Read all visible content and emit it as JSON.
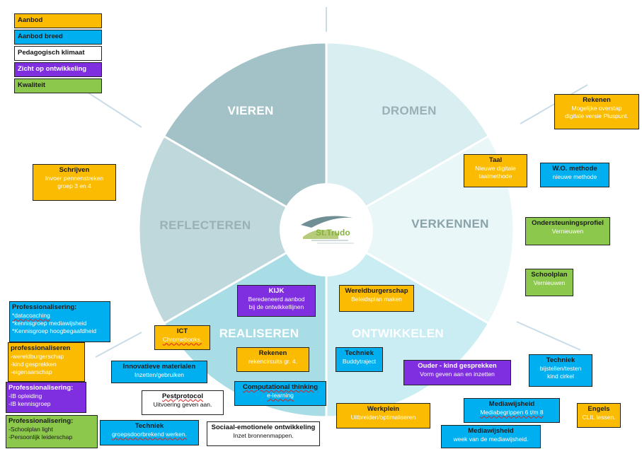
{
  "colors": {
    "aanbod": "#fbbb00",
    "aanbod_breed": "#00afef",
    "pedagogisch_klimaat": "#ffffff",
    "zicht_op_ontwikkeling": "#7f2fe0",
    "kwaliteit": "#8cc84b"
  },
  "legend": {
    "aanbod": "Aanbod",
    "aanbod_breed": "Aanbod breed",
    "pedagogisch_klimaat": "Pedagogisch klimaat",
    "zicht_op_ontwikkeling": "Zicht op ontwikkeling",
    "kwaliteit": "Kwaliteit"
  },
  "wheel": {
    "segments": {
      "vieren": "VIEREN",
      "dromen": "DROMEN",
      "reflecteren": "REFLECTEREN",
      "verkennen": "VERKENNEN",
      "realiseren": "REALISEREN",
      "ontwikkelen": "ONTWIKKELEN"
    },
    "segment_colors": {
      "vieren": "#a3c2c7",
      "dromen": "#d8eef0",
      "reflecteren": "#bfd8dc",
      "verkennen": "#e9f7f9",
      "realiseren": "#a8dde6",
      "ontwikkelen": "#c9edf2"
    },
    "logo_text": "St.Trudo"
  },
  "boxes": {
    "rekenen_top": {
      "title": "Rekenen",
      "lines": [
        "Mogelijke overstap",
        "digitale versie Pluspunt."
      ]
    },
    "taal": {
      "title": "Taal",
      "lines": [
        "Nieuwe digitale",
        "taalmethode"
      ]
    },
    "wo_methode": {
      "title": "W.O. methode",
      "lines": [
        "nieuwe methode"
      ]
    },
    "schrijven": {
      "title": "Schrijven",
      "lines": [
        "Invoer pennenstreken",
        "groep 3 en 4"
      ]
    },
    "ondersteuningsprofiel": {
      "title": "Ondersteuningsprofiel",
      "lines": [
        "Vernieuwen"
      ]
    },
    "schoolplan": {
      "title": "Schoolplan",
      "lines": [
        "Vernieuwen"
      ]
    },
    "kijk": {
      "title": "KIJK",
      "lines": [
        "Beredeneerd aanbod",
        "bij de ontwikkellijnen"
      ]
    },
    "wereldburgerschap": {
      "title": "Wereldburgerschap",
      "lines": [
        "Beleidsplan maken"
      ]
    },
    "prof1": {
      "title": "Professionalisering:",
      "lines": [
        "*datacoaching",
        "*kennisgroep mediawijsheid",
        "*Kennisgroep hoogbegaafdheid"
      ]
    },
    "ict": {
      "title": "ICT",
      "lines": [
        "Chromebooks."
      ]
    },
    "prof2": {
      "title": "professionaliseren",
      "lines": [
        "-wereldburgerschap",
        "-kind gesprekken",
        "-eigenaarschap"
      ]
    },
    "rekenen_mid": {
      "title": "Rekenen",
      "lines": [
        "rekencircuits gr. 4."
      ]
    },
    "techniek_buddy": {
      "title": "Techniek",
      "lines": [
        "Buddytraject"
      ]
    },
    "ouder_kind": {
      "title": "Ouder - kind gesprekken",
      "lines": [
        "Vorm geven aan en inzetten"
      ]
    },
    "techniek_right": {
      "title": "Techniek",
      "lines": [
        "bijstellen/testen",
        "kind cirkel"
      ]
    },
    "innovatieve": {
      "title": "Innovatieve materialen",
      "lines": [
        "Inzetten/gebruiken"
      ]
    },
    "computational": {
      "title": "Computational thinking",
      "lines": [
        "e-learning"
      ]
    },
    "prof3": {
      "title": "Professionalisering:",
      "lines": [
        "-IB opleiding",
        "-IB kennisgroep"
      ]
    },
    "pestprotocol": {
      "title": "Pestprotocol",
      "lines": [
        "Uitvoering geven aan."
      ]
    },
    "werkplein": {
      "title": "Werkplein",
      "lines": [
        "Uitbreiden/optimaliseren"
      ]
    },
    "mediawijsheid1": {
      "title": "Mediawijsheid",
      "lines": [
        "Mediabegrippen 6 t/m 8"
      ]
    },
    "engels": {
      "title": "Engels",
      "lines": [
        "CLIL lessen."
      ]
    },
    "prof4": {
      "title": "Professionalisering:",
      "lines": [
        "-Schoolplan light",
        "-Persoonlijk leiderschap"
      ]
    },
    "techniek_bottom": {
      "title": "Techniek",
      "lines": [
        "groepsdoorbrekend werken."
      ]
    },
    "sociaal": {
      "title": "Sociaal-emotionele ontwikkeling",
      "lines": [
        "Inzet bronnenmappen."
      ]
    },
    "mediawijsheid2": {
      "title": "Mediawijsheid",
      "lines": [
        "week van de mediawijsheid."
      ]
    }
  }
}
